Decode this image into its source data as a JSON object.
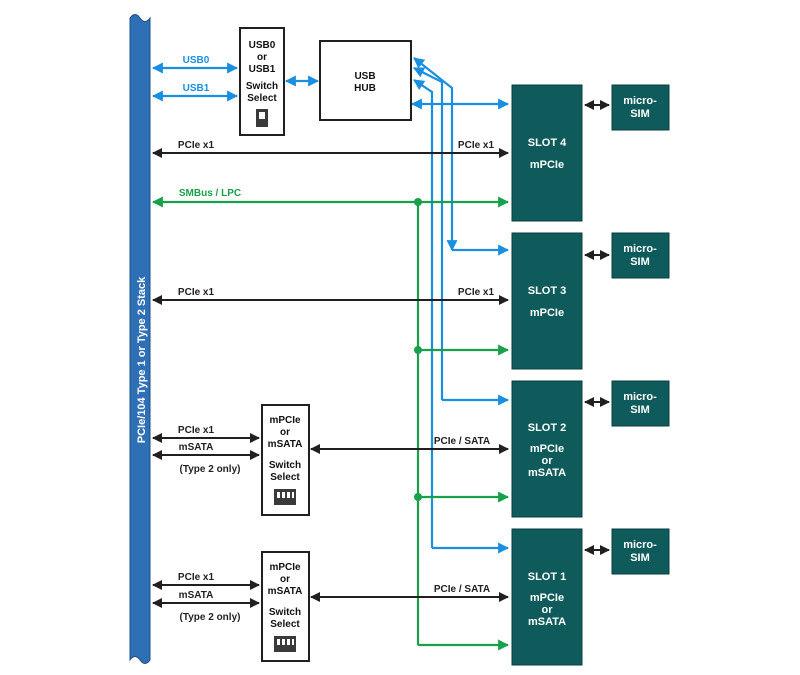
{
  "colors": {
    "bus": "#2f6fb5",
    "slot": "#0f5a5a",
    "black_signal": "#231f20",
    "smbus_signal": "#19a04a",
    "usb_signal": "#1a8fe0"
  },
  "bus": {
    "label": "PCIe/104 Type 1 or Type 2 Stack"
  },
  "usb_switch": {
    "line1": "USB0",
    "line2": "or",
    "line3": "USB1",
    "line4": "Switch",
    "line5": "Select"
  },
  "usb_hub": {
    "line1": "USB",
    "line2": "HUB"
  },
  "signals": {
    "usb0": "USB0",
    "usb1": "USB1",
    "pcie_x1": "PCIe x1",
    "smbus_lpc": "SMBus / LPC",
    "msata": "mSATA",
    "type2_only": "(Type 2 only)",
    "pcie_sata": "PCIe / SATA"
  },
  "msata_switch": {
    "line1": "mPCIe",
    "line2": "or",
    "line3": "mSATA",
    "line4": "Switch",
    "line5": "Select"
  },
  "slots": [
    {
      "title": "SLOT 4",
      "line1": "mPCIe",
      "line2": "",
      "line3": ""
    },
    {
      "title": "SLOT 3",
      "line1": "mPCIe",
      "line2": "",
      "line3": ""
    },
    {
      "title": "SLOT 2",
      "line1": "mPCIe",
      "line2": "or",
      "line3": "mSATA"
    },
    {
      "title": "SLOT 1",
      "line1": "mPCIe",
      "line2": "or",
      "line3": "mSATA"
    }
  ],
  "sim": {
    "line1": "micro-",
    "line2": "SIM"
  }
}
